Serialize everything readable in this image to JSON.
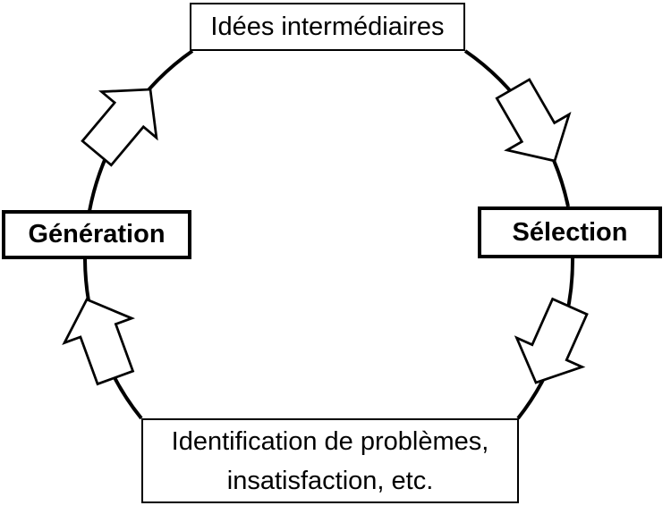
{
  "diagram": {
    "type": "cycle",
    "colors": {
      "background": "#ffffff",
      "stroke": "#000000",
      "node_fill": "#ffffff",
      "text": "#000000"
    },
    "nodes": {
      "top": {
        "label": "Idées intermédiaires",
        "emphasis": "normal"
      },
      "right": {
        "label": "Sélection",
        "emphasis": "bold"
      },
      "bottom": {
        "lines": [
          "Identification de problèmes,",
          "insatisfaction, etc."
        ],
        "emphasis": "normal"
      },
      "left": {
        "label": "Génération",
        "emphasis": "bold"
      }
    },
    "arrows": [
      {
        "name": "generation-to-idees",
        "direction": "up-right"
      },
      {
        "name": "idees-to-selection",
        "direction": "down-right"
      },
      {
        "name": "selection-to-identification",
        "direction": "down-left"
      },
      {
        "name": "identification-to-generation",
        "direction": "up"
      }
    ]
  }
}
